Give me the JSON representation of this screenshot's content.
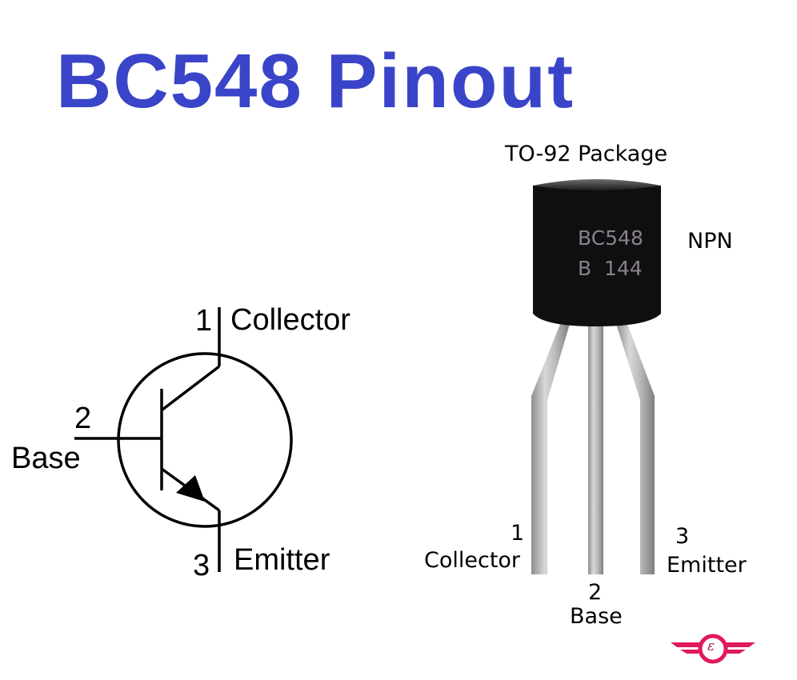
{
  "title": "BC548 Pinout",
  "colors": {
    "title": "#3a44c8",
    "body_black": "#0e0e0e",
    "marking_text": "#8a8090",
    "lead_silver": "#b9b9b9",
    "logo": "#e0195a"
  },
  "schematic": {
    "type": "NPN transistor symbol",
    "pins": [
      {
        "number": "1",
        "name": "Collector"
      },
      {
        "number": "2",
        "name": "Base"
      },
      {
        "number": "3",
        "name": "Emitter"
      }
    ]
  },
  "package": {
    "caption": "TO-92 Package",
    "polarity": "NPN",
    "marking_line1": "BC548",
    "marking_line2": "B  144",
    "pins": [
      {
        "number": "1",
        "name": "Collector"
      },
      {
        "number": "2",
        "name": "Base"
      },
      {
        "number": "3",
        "name": "Emitter"
      }
    ]
  },
  "logo": {
    "glyph": "ε",
    "icon": "winged-circle-logo"
  }
}
